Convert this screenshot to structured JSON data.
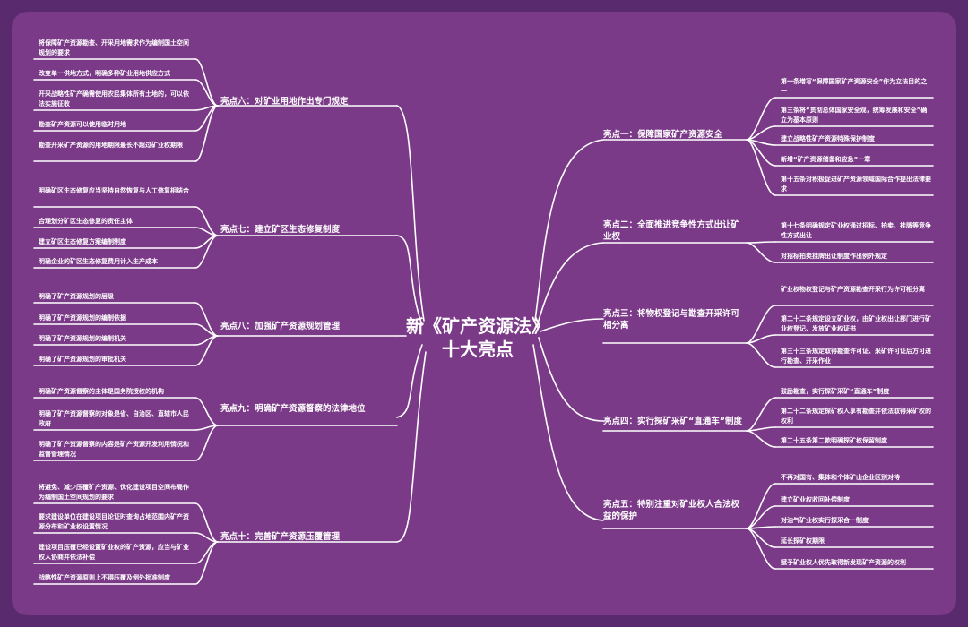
{
  "title_line1": "新《矿产资源法》",
  "title_line2": "十大亮点",
  "colors": {
    "background": "#7b3a88",
    "line": "#ffffff",
    "text": "#ffffff"
  },
  "branches": {
    "b1": {
      "label": "亮点一：保障国家矿产资源安全",
      "items": [
        "第一条增写“保障国家矿产资源安全”作为立法目的之一",
        "第三条将“贯彻总体国家安全观，统筹发展和安全”确立为基本原则",
        "建立战略性矿产资源特殊保护制度",
        "新增“矿产资源储备和应急”一章",
        "第十五条对积极促进矿产资源领域国际合作提出法律要求"
      ]
    },
    "b2": {
      "label": "亮点二：全面推进竞争性方式出让矿业权",
      "items": [
        "第十七条明确规定矿业权通过招标、拍卖、挂牌等竞争性方式出让",
        "对招标拍卖挂牌出让制度作出例外规定"
      ]
    },
    "b3": {
      "label": "亮点三：将物权登记与勘查开采许可相分离",
      "items": [
        "矿业权物权登记与矿产资源勘查开采行为许可相分离",
        "第二十二条规定设立矿业权，由矿业权出让部门进行矿业权登记、发放矿业权证书",
        "第三十三条规定取得勘查许可证、采矿许可证后方可进行勘查、开采作业"
      ]
    },
    "b4": {
      "label": "亮点四：实行探矿采矿“直通车”制度",
      "items": [
        "鼓励勘查，实行探矿采矿“直通车”制度",
        "第二十二条规定探矿权人享有勘查并依法取得采矿权的权利",
        "第二十五条第二款明确探矿权保留制度"
      ]
    },
    "b5": {
      "label": "亮点五：特别注重对矿业权人合法权益的保护",
      "items": [
        "不再对国有、集体和个体矿山企业区别对待",
        "建立矿业权收回补偿制度",
        "对油气矿业权实行探采合一制度",
        "延长探矿权期限",
        "赋予矿业权人优先取得新发现矿产资源的权利"
      ]
    },
    "b6": {
      "label": "亮点六：对矿业用地作出专门规定",
      "items": [
        "将保障矿产资源勘查、开采用地需求作为编制国土空间规划的要求",
        "改变单一供地方式，明确多种矿业用地供应方式",
        "开采战略性矿产确需使用农民集体所有土地的，可以依法实施征收",
        "勘查矿产资源可以使用临时用地",
        "勘查开采矿产资源的用地期限最长不超过矿业权期限"
      ]
    },
    "b7": {
      "label": "亮点七：建立矿区生态修复制度",
      "items": [
        "明确矿区生态修复应当坚持自然恢复与人工修复相结合",
        "合理划分矿区生态修复的责任主体",
        "建立矿区生态修复方案编制制度",
        "明确企业的矿区生态修复费用计入生产成本"
      ]
    },
    "b8": {
      "label": "亮点八：加强矿产资源规划管理",
      "items": [
        "明确了矿产资源规划的层级",
        "明确了矿产资源规划的编制依据",
        "明确了矿产资源规划的编制机关",
        "明确了矿产资源规划的审批机关"
      ]
    },
    "b9": {
      "label": "亮点九：明确矿产资源督察的法律地位",
      "items": [
        "明确矿产资源督察的主体是国务院授权的机构",
        "明确了矿产资源督察的对象是省、自治区、直辖市人民政府",
        "明确了矿产资源督察的内容是矿产资源开发利用情况和监督管理情况"
      ]
    },
    "b10": {
      "label": "亮点十：完善矿产资源压覆管理",
      "items": [
        "将避免、减少压覆矿产资源、优化建设项目空间布局作为编制国土空间规划的要求",
        "要求建设单位在建设项目论证时查询占地范围内矿产资源分布和矿业权设置情况",
        "建设项目压覆已经设置矿业权的矿产资源，应当与矿业权人协商并依法补偿",
        "战略性矿产资源原则上不得压覆及例外批准制度"
      ]
    }
  }
}
